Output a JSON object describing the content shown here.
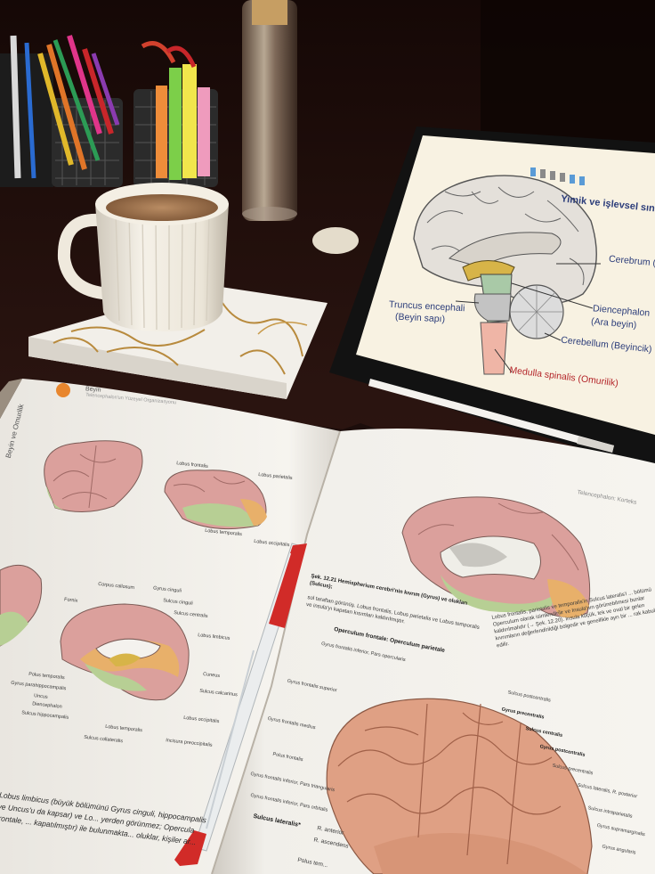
{
  "tablet": {
    "header": "Yimik ve işlevsel sını",
    "labels": {
      "cerebrum": "Cerebrum (",
      "truncus_1": "Truncus encephali",
      "truncus_2": "(Beyin sapı)",
      "diencephalon_1": "Diencephalon",
      "diencephalon_2": "(Ara beyin)",
      "cerebellum": "Cerebellum (Beyincik)",
      "medulla": "Medulla spinalis (Omurilik)"
    }
  },
  "book": {
    "left_page": {
      "chapter": "Beyin",
      "subtitle": "Telencephalon'un Yüzeyel Organizasyonu",
      "spine_title": "Beyin ve Omurilik",
      "labels": {
        "lobus_frontalis": "Lobus frontalis",
        "lobus_parietalis": "Lobus parietalis",
        "lobus_temporalis": "Lobus temporalis",
        "lobus_occipitalis": "Lobus occipitalis",
        "gyrus_cinguli": "Gyrus cinguli",
        "sulcus_cinguli": "Sulcus cinguli",
        "sulcus_centralis": "Sulcus centralis",
        "lobus_limbicus": "Lobus limbicus",
        "corpus_callosum": "Corpus callosum",
        "fornix": "Fornix",
        "cuneus": "Cuneus",
        "sulcus_calcarinus": "Sulcus calcarinus",
        "lobus_occipitalis_2": "Lobus occipitalis",
        "incisura_preoccipitalis": "Incisura preoccipitalis",
        "sulcus_collateralis": "Sulcus collateralis",
        "lobus_temporalis_2": "Lobus temporalis",
        "polus_temporalis": "Polus temporalis",
        "sulcus_hippocampalis": "Sulcus hippocampalis",
        "diencephalon": "Diencephalon",
        "gyrus_parahippocampalis": "Gyrus parahippocampalis",
        "uncus": "Uncus"
      },
      "body_text": "Lobus limbicus (büyük bölümünü Gyrus cinguli, hippocampalis ve Uncus'u da kapsar) ve Lo... yerden görünmez; Opercula frontale, ... kapatılmıştır) ile bulunmakta... oluklar, kişiler ar..."
    },
    "right_page": {
      "header": "Telencephalon: Korteks",
      "figure_caption_title": "Şek. 12.21 Hemispherium cerebri'nin kıvrım (Gyrus) ve olukları (Sulcus);",
      "figure_caption_body": "sol taraftan görünüş. Lobus frontalis, Lobus parietalis ve Lobus temporalis ve insula'yı kapatan kısımları kaldırılmıştır.",
      "paragraph": "Lobus frontalis, parietalis ve temporalis'in Sulcus lateralis'i ... bölümü Operculum olarak isimlendirilir ve Insula'nın görünebilmesi bunlar kaldırılmalıdır (→ Şek. 12.20). Insula küçük, tek ve oval bir gelen kıvrımların değerlendirildiği bölgedir ve genellikle ayrı bir ... rak kabul edilir.",
      "labels": {
        "operculum_frontale": "Operculum frontale: Operculum parietale",
        "gyrus_frontalis_inferior": "Gyrus frontalis inferior, Pars opercularis",
        "sulcus_postcentralis": "Sulcus postcentralis",
        "gyrus_precentralis": "Gyrus precentralis",
        "sulcus_centralis": "Sulcus centralis",
        "gyrus_frontalis_superior": "Gyrus frontalis superior",
        "gyrus_postcentralis": "Gyrus postcentralis",
        "gyrus_frontalis_medius": "Gyrus frontalis medius",
        "sulcus_precentralis": "Sulcus precentralis",
        "polus_frontalis": "Polus frontalis",
        "pars_triangularis": "Gyrus frontalis inferior, Pars triangularis",
        "sulcus_lateralis_r_posterior": "Sulcus lateralis, R. posterior",
        "pars_orbitalis": "Gyrus frontalis inferior, Pars orbitalis",
        "sulcus_intraparietalis": "Sulcus intraparietalis",
        "sulcus_lateralis": "Sulcus lateralis*",
        "r_anterior": "R. anterior",
        "r_ascendens": "R. ascendens",
        "gyrus_supramarginalis": "Gyrus supramarginalis",
        "polus_temporalis": "Polus tem...",
        "gyrus_angularis": "Gyrus angularis"
      }
    }
  },
  "colors": {
    "desk": "#2a1511",
    "page": "#f3f1ec",
    "tablet_screen": "#f7f1e0",
    "brain_pink": "#dba09c",
    "brain_green": "#b7cf94",
    "brain_orange": "#e8b06a",
    "cortex_flesh": "#dfa084",
    "pen_red": "#d12b28"
  }
}
